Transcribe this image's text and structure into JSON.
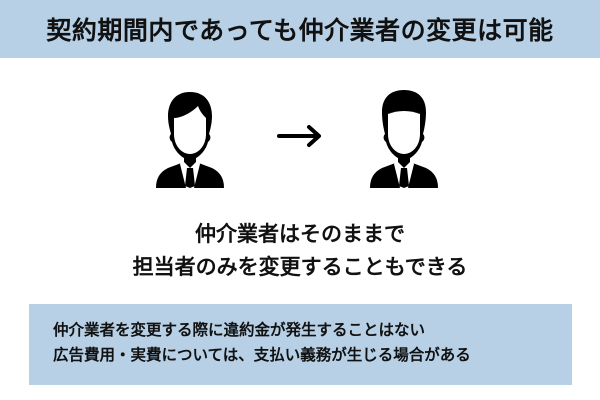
{
  "header": {
    "title": "契約期間内であっても仲介業者の変更は可能",
    "background": "#b7d0e6"
  },
  "illustration": {
    "from_icon": "businessman-icon",
    "arrow_icon": "arrow-right-icon",
    "to_icon": "businessman-icon"
  },
  "message": {
    "line1": "仲介業者はそのままで",
    "line2": "担当者のみを変更することもできる",
    "highlight_color": "#b7c9dc"
  },
  "note": {
    "lines": [
      "仲介業者を変更する際に違約金が発生することはない",
      "広告費用・実費については、支払い義務が生じる場合がある"
    ],
    "background": "#b7d0e6"
  }
}
